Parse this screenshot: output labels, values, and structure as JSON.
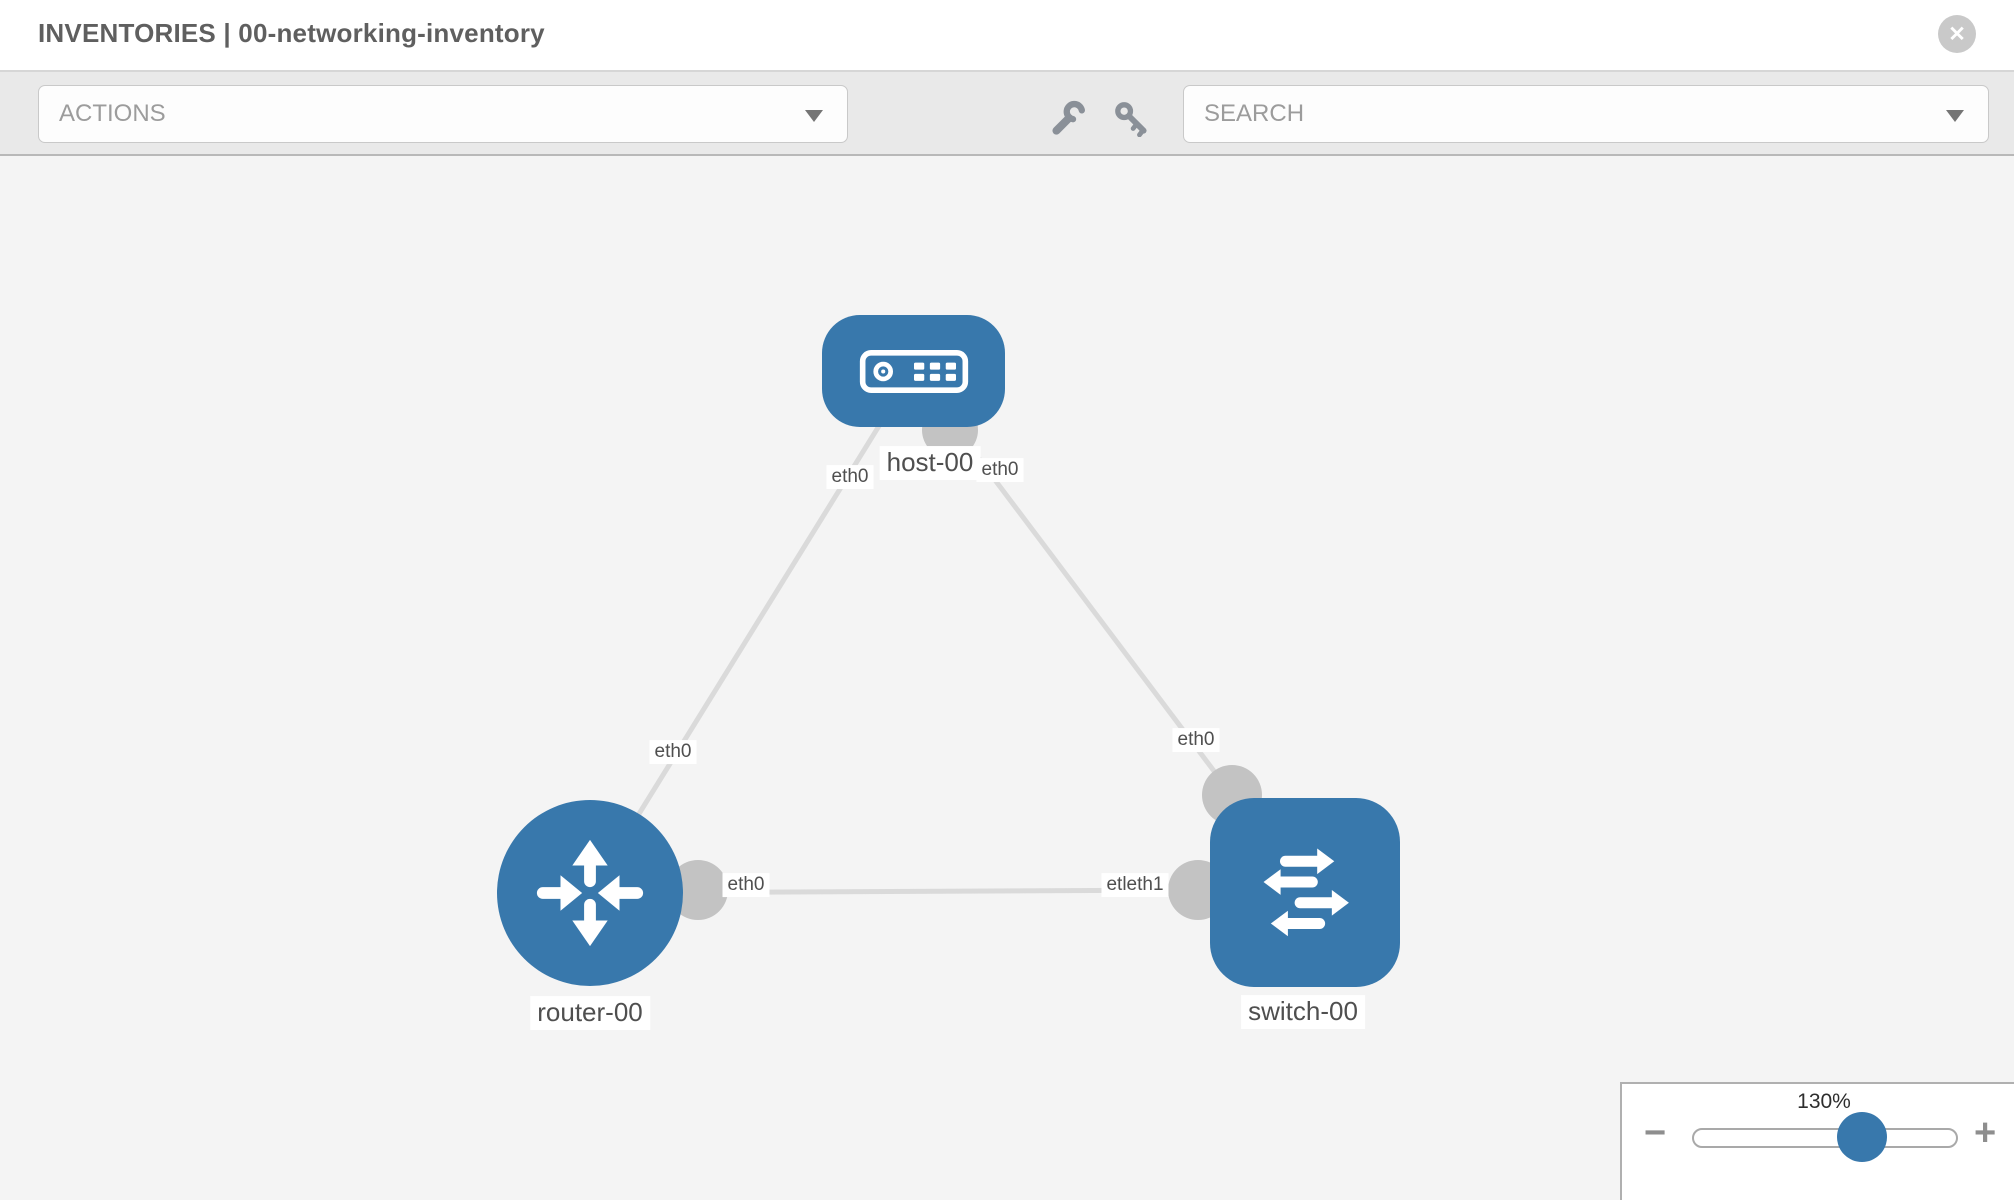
{
  "header": {
    "title": "INVENTORIES | 00-networking-inventory",
    "close_glyph": "✕"
  },
  "toolbar": {
    "actions": {
      "placeholder": "ACTIONS"
    },
    "search": {
      "placeholder": "SEARCH"
    },
    "icons": [
      "wrench-icon",
      "key-icon"
    ]
  },
  "topology": {
    "nodes": [
      {
        "id": "host-00",
        "label": "host-00",
        "type": "host",
        "icon": "host-icon"
      },
      {
        "id": "router-00",
        "label": "router-00",
        "type": "router",
        "icon": "router-icon"
      },
      {
        "id": "switch-00",
        "label": "switch-00",
        "type": "switch",
        "icon": "switch-icon"
      }
    ],
    "links": [
      {
        "from": "host-00",
        "to": "router-00",
        "from_label": "eth0",
        "to_label": "eth0"
      },
      {
        "from": "host-00",
        "to": "switch-00",
        "from_label": "eth0",
        "to_label": "eth0"
      },
      {
        "from": "router-00",
        "to": "switch-00",
        "from_label": "eth0",
        "to_label": "etleth1"
      }
    ]
  },
  "zoom_control": {
    "level": "130%",
    "minus_label": "−",
    "plus_label": "+",
    "slider_percent": 64
  },
  "colors": {
    "node_blue": "#3878ac",
    "link_gray": "#dadada",
    "port_gray": "#c3c3c3",
    "canvas_bg": "#f4f4f4"
  }
}
